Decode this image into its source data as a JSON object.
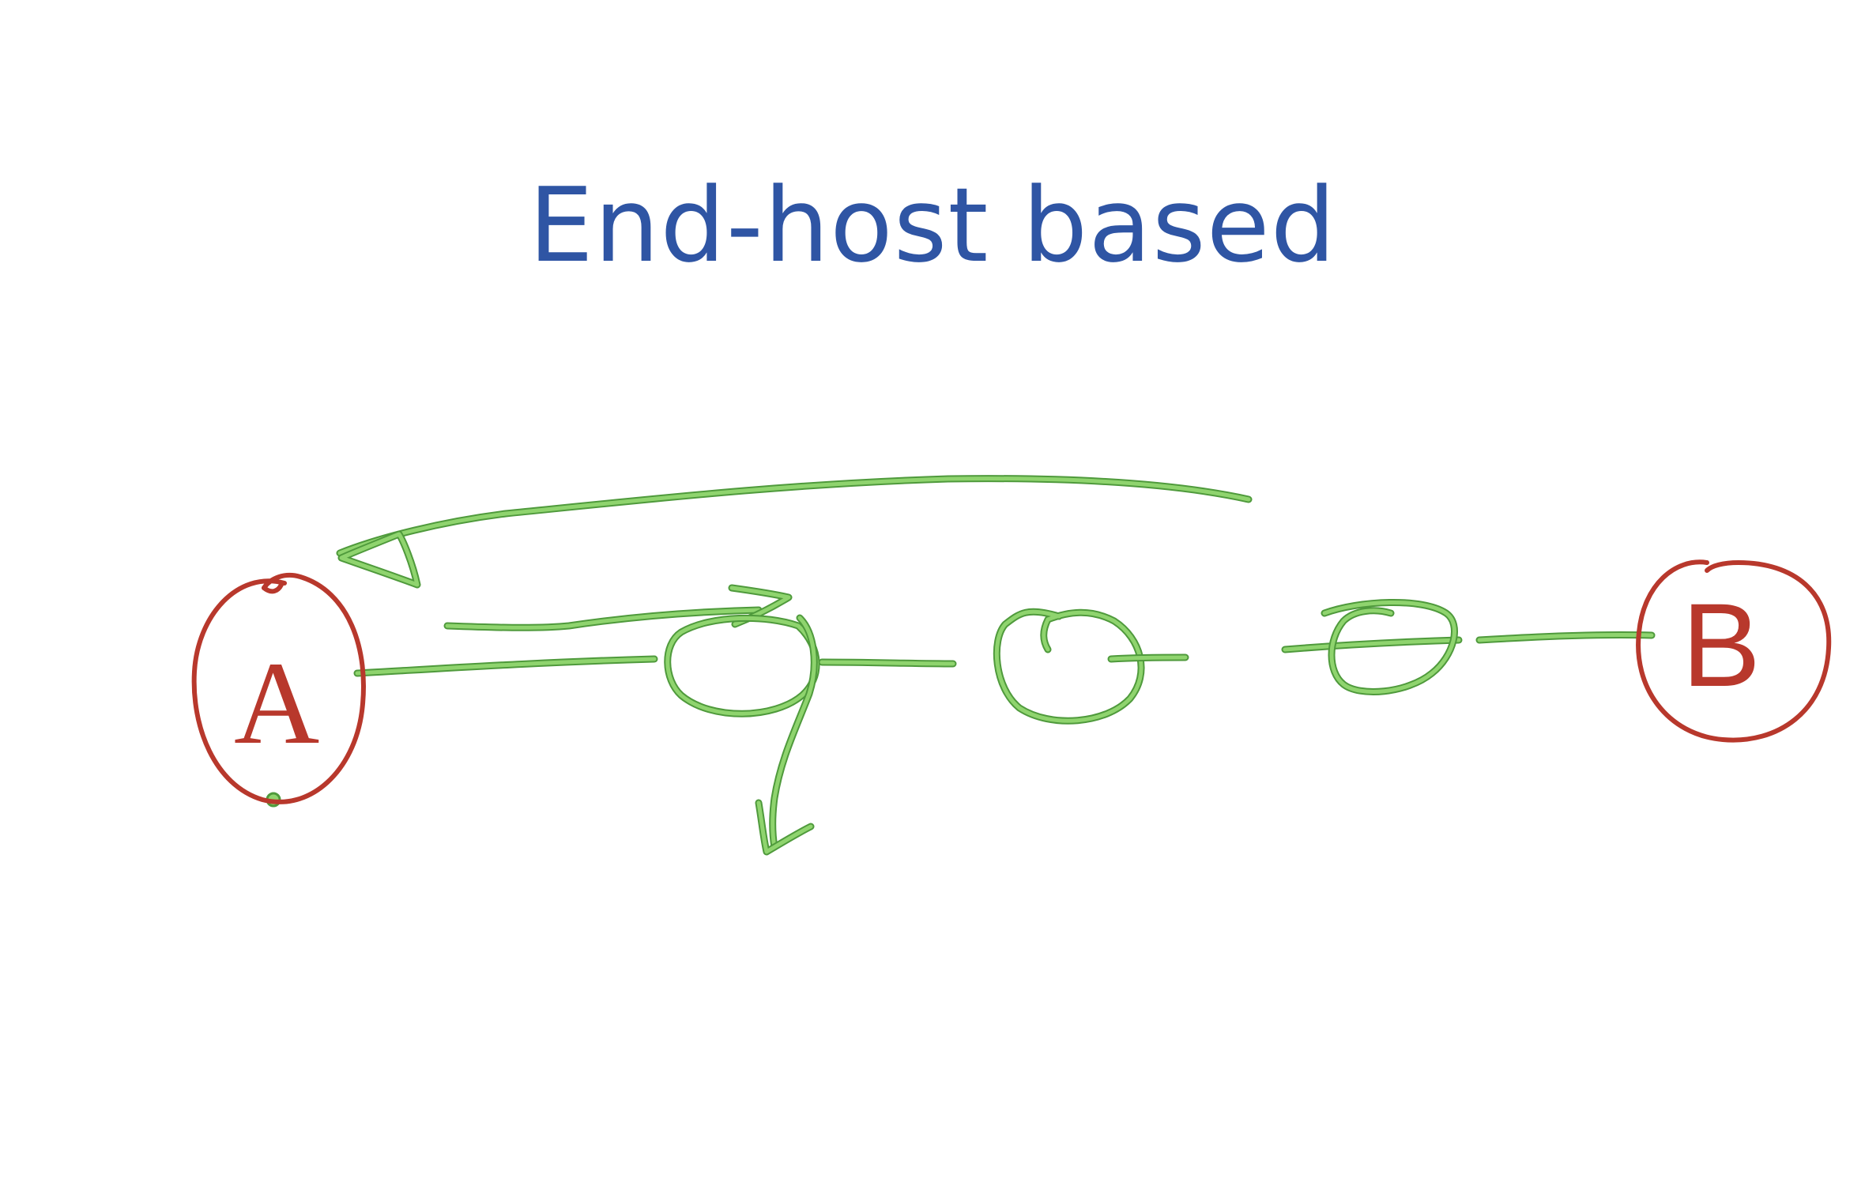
{
  "slide": {
    "title": "End-host based",
    "title_color": "#2f55a4"
  },
  "diagram": {
    "nodes": [
      {
        "id": "A",
        "label": "A",
        "color": "#b8382c"
      },
      {
        "id": "r1",
        "label": "",
        "color": "#6bbd50"
      },
      {
        "id": "r2",
        "label": "",
        "color": "#6bbd50"
      },
      {
        "id": "r3",
        "label": "",
        "color": "#6bbd50"
      },
      {
        "id": "B",
        "label": "B",
        "color": "#b8382c"
      }
    ],
    "ink_colors": {
      "endpoint": "#b8382c",
      "path": "#6bbd50"
    }
  }
}
